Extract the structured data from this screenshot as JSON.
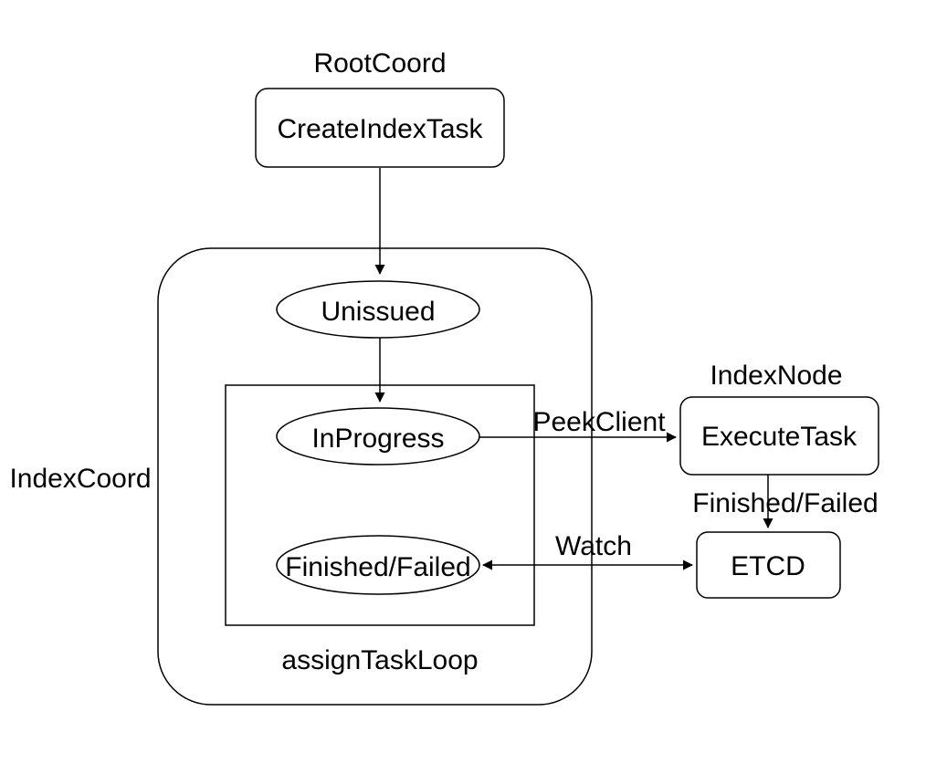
{
  "diagram": {
    "type": "flowchart",
    "background_color": "#ffffff",
    "stroke_color": "#000000",
    "text_color": "#000000",
    "containers": {
      "root_coord_label": "RootCoord",
      "index_coord_label": "IndexCoord",
      "index_node_label": "IndexNode",
      "assign_task_loop_label": "assignTaskLoop"
    },
    "nodes": {
      "create_index_task": "CreateIndexTask",
      "unissued": "Unissued",
      "in_progress": "InProgress",
      "finished_failed_state": "Finished/Failed",
      "execute_task": "ExecuteTask",
      "etcd": "ETCD"
    },
    "edge_labels": {
      "peek_client": "PeekClient",
      "finished_failed": "Finished/Failed",
      "watch": "Watch"
    },
    "edges": [
      {
        "from": "CreateIndexTask",
        "to": "Unissued",
        "label": "",
        "bidirectional": false
      },
      {
        "from": "Unissued",
        "to": "InProgress",
        "label": "",
        "bidirectional": false
      },
      {
        "from": "InProgress",
        "to": "ExecuteTask",
        "label": "PeekClient",
        "bidirectional": false
      },
      {
        "from": "ExecuteTask",
        "to": "ETCD",
        "label": "Finished/Failed",
        "bidirectional": false
      },
      {
        "from": "ETCD",
        "to": "Finished/Failed",
        "label": "Watch",
        "bidirectional": true
      }
    ]
  }
}
